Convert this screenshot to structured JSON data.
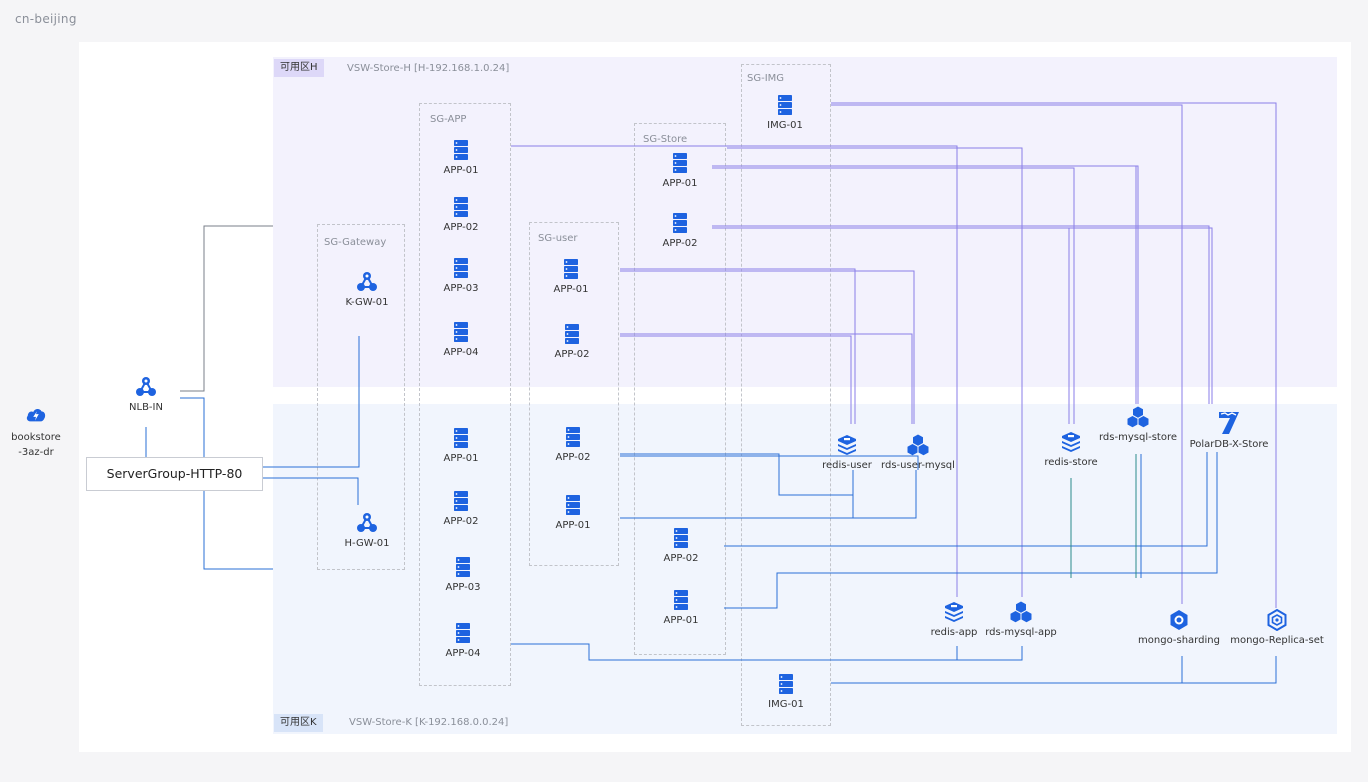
{
  "region": "cn-beijing",
  "zones": {
    "h": {
      "tag": "可用区H",
      "vsw": "VSW-Store-H [H-192.168.1.0.24]"
    },
    "k": {
      "tag": "可用区K",
      "vsw": "VSW-Store-K [K-192.168.0.0.24]"
    }
  },
  "security_groups": {
    "gateway": "SG-Gateway",
    "app": "SG-APP",
    "user": "SG-user",
    "store": "SG-Store",
    "img": "SG-IMG"
  },
  "server_group": "ServerGroup-HTTP-80",
  "colors": {
    "ecs": "#1e63e0",
    "rds": "#1e63e0",
    "line_purple": "#8a7ee8",
    "line_blue": "#2a6fd6",
    "line_gray": "#7a7f89",
    "line_teal": "#2b8a8a"
  },
  "nodes": {
    "bookstore": {
      "icon": "cloud-bolt-icon",
      "label": "bookstore\n-3az-dr"
    },
    "nlb": {
      "icon": "load-balancer-icon",
      "label": "NLB-IN"
    },
    "kgw": {
      "icon": "gateway-icon",
      "label": "K-GW-01"
    },
    "hgw": {
      "icon": "gateway-icon",
      "label": "H-GW-01"
    },
    "app_h1": {
      "icon": "ecs-server-icon",
      "label": "APP-01"
    },
    "app_h2": {
      "icon": "ecs-server-icon",
      "label": "APP-02"
    },
    "app_h3": {
      "icon": "ecs-server-icon",
      "label": "APP-03"
    },
    "app_h4": {
      "icon": "ecs-server-icon",
      "label": "APP-04"
    },
    "app_k1": {
      "icon": "ecs-server-icon",
      "label": "APP-01"
    },
    "app_k2": {
      "icon": "ecs-server-icon",
      "label": "APP-02"
    },
    "app_k3": {
      "icon": "ecs-server-icon",
      "label": "APP-03"
    },
    "app_k4": {
      "icon": "ecs-server-icon",
      "label": "APP-04"
    },
    "user_h1": {
      "icon": "ecs-server-icon",
      "label": "APP-01"
    },
    "user_h2": {
      "icon": "ecs-server-icon",
      "label": "APP-02"
    },
    "user_k2": {
      "icon": "ecs-server-icon",
      "label": "APP-02"
    },
    "user_k1": {
      "icon": "ecs-server-icon",
      "label": "APP-01"
    },
    "store_h1": {
      "icon": "ecs-server-icon",
      "label": "APP-01"
    },
    "store_h2": {
      "icon": "ecs-server-icon",
      "label": "APP-02"
    },
    "store_k2": {
      "icon": "ecs-server-icon",
      "label": "APP-02"
    },
    "store_k1": {
      "icon": "ecs-server-icon",
      "label": "APP-01"
    },
    "img_h": {
      "icon": "ecs-server-icon",
      "label": "IMG-01"
    },
    "img_k": {
      "icon": "ecs-server-icon",
      "label": "IMG-01"
    },
    "redis_user": {
      "icon": "redis-icon",
      "label": "redis-user"
    },
    "rds_user_mysql": {
      "icon": "rds-mysql-icon",
      "label": "rds-user-mysql"
    },
    "redis_store": {
      "icon": "redis-icon",
      "label": "redis-store"
    },
    "rds_mysql_store": {
      "icon": "rds-mysql-icon",
      "label": "rds-mysql-store"
    },
    "polardb": {
      "icon": "polardb-icon",
      "label": "PolarDB-X-Store"
    },
    "redis_app": {
      "icon": "redis-icon",
      "label": "redis-app"
    },
    "rds_mysql_app": {
      "icon": "rds-mysql-icon",
      "label": "rds-mysql-app"
    },
    "mongo_sharding": {
      "icon": "mongo-sharding-icon",
      "label": "mongo-sharding"
    },
    "mongo_replica": {
      "icon": "mongo-replica-icon",
      "label": "mongo-Replica-set"
    }
  }
}
